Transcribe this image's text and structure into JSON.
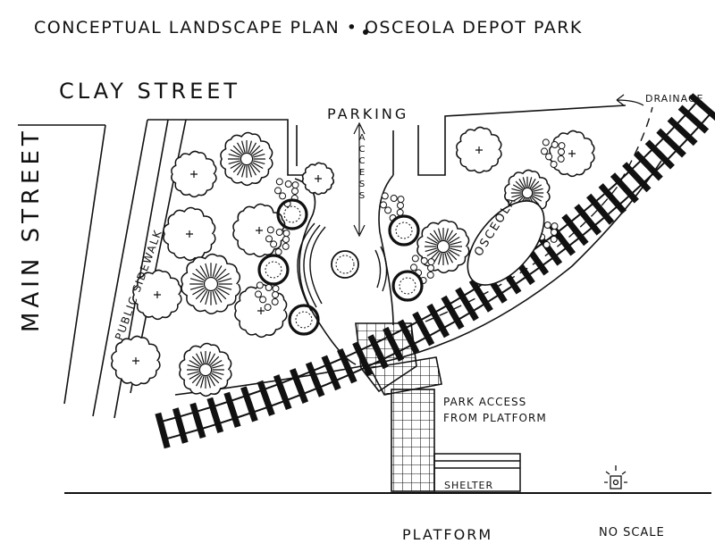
{
  "title": "CONCEPTUAL LANDSCAPE PLAN  •  OSCEOLA DEPOT PARK",
  "labels": {
    "clay_street": "CLAY STREET",
    "main_street": "MAIN STREET",
    "public_sidewalk": "PUBLIC SIDEWALK",
    "parking": "PARKING",
    "access": "ACCESS",
    "drainage": "DRAINAGE",
    "osceola_sign": "OSCEOLA",
    "park_access_line1": "PARK ACCESS",
    "park_access_line2": "FROM PLATFORM",
    "shelter": "SHELTER",
    "platform": "PLATFORM",
    "no_scale": "NO SCALE"
  },
  "colors": {
    "ink": "#111111",
    "paper": "#ffffff"
  },
  "symbols": [
    "tree-canopy",
    "flowering-shrub",
    "planter-pot",
    "curved-bench",
    "fountain",
    "railroad-track",
    "paver-walkway",
    "lamp-post"
  ]
}
